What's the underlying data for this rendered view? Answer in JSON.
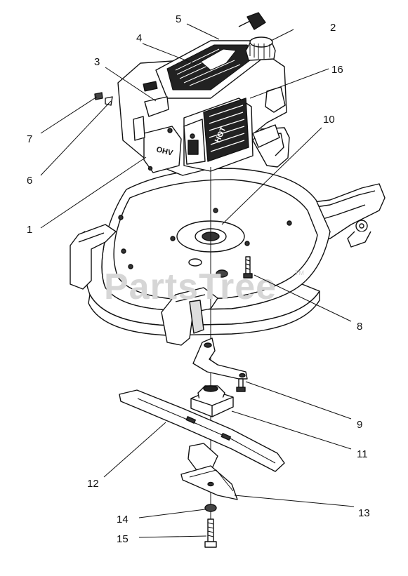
{
  "watermark": "PartsTree",
  "watermark_tm": "TM",
  "engine_labels": {
    "side_badge": "OHV",
    "guard_text": "HOT"
  },
  "callouts": [
    {
      "id": "1",
      "label": "1"
    },
    {
      "id": "2",
      "label": "2"
    },
    {
      "id": "3",
      "label": "3"
    },
    {
      "id": "4",
      "label": "4"
    },
    {
      "id": "5",
      "label": "5"
    },
    {
      "id": "6",
      "label": "6"
    },
    {
      "id": "7",
      "label": "7"
    },
    {
      "id": "8",
      "label": "8"
    },
    {
      "id": "9",
      "label": "9"
    },
    {
      "id": "10",
      "label": "10"
    },
    {
      "id": "11",
      "label": "11"
    },
    {
      "id": "12",
      "label": "12"
    },
    {
      "id": "13",
      "label": "13"
    },
    {
      "id": "14",
      "label": "14"
    },
    {
      "id": "15",
      "label": "15"
    },
    {
      "id": "16",
      "label": "16"
    }
  ]
}
